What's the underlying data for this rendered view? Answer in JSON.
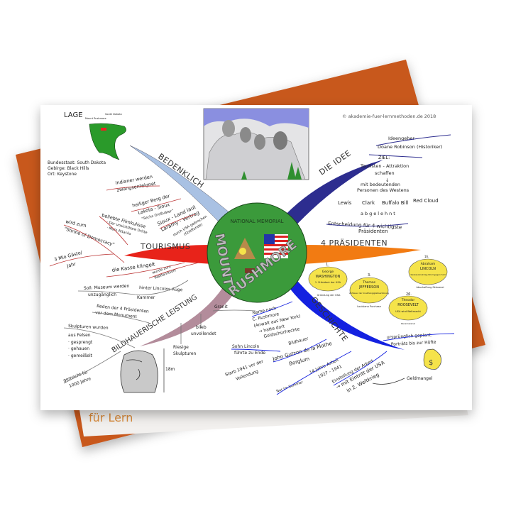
{
  "copyright": "© akademie-fuer-lernmethoden.de 2018",
  "book_cover_text": "für Lern",
  "colors": {
    "book": "#c8581f",
    "center": "#3b9a3b",
    "bedenklich": "#a9c1e3",
    "idee": "#2d2d8f",
    "tourismus": "#e8231a",
    "praesidenten": "#f27b12",
    "bildhauer": "#b38c9b",
    "geschichte": "#1421e0",
    "portrait": "#f5e34a"
  },
  "center": {
    "top": "NATIONAL MEMORIAL",
    "word1": "MOUNT",
    "word2": "RUSHMORE"
  },
  "lage": {
    "title": "LAGE",
    "map_labels": [
      "Mount Rushmore",
      "South Dakota"
    ],
    "facts": [
      "Bundesstaat: South Dakota",
      "Gebirge: Black Hills",
      "Ort: Keystone"
    ]
  },
  "branches": {
    "bedenklich": {
      "label": "BEDENKLICH",
      "items": [
        "Indianer werden",
        "zwangsenteignet",
        "heiliger Berg der",
        "Lakota - Sioux",
        "\"Sechs Großväter\"",
        "Sioux - Land laut",
        "Laramy - Vertrag",
        "durch USA gebrochen",
        "(Goldfunde)"
      ]
    },
    "idee": {
      "label": "DIE IDEE",
      "items": [
        "Ideengeber",
        "Doane Robinson (Historiker)",
        "ZIEL:",
        "Touristen - Attraktion",
        "schaffen",
        "mit bedeutenden",
        "Personen des Westens",
        "Lewis",
        "Clark",
        "Buffalo Bill",
        "Red Cloud",
        "abgelehnt",
        "Entscheidung für 4 wichtigste",
        "Präsidenten"
      ]
    },
    "tourismus": {
      "label": "TOURISMUS",
      "items": [
        "wird zum",
        "\"Shrine of Democracy\"",
        "beliebte Filmkulisse",
        "· Der unsichtbare Dritte",
        "· Mars Attacks",
        "3 Mio Gäste/",
        "Jahr",
        "die Kasse klingelt",
        "wurde zum",
        "Wallfahrtsort"
      ]
    },
    "praesidenten": {
      "label": "4 PRÄSIDENTEN",
      "presidents": [
        {
          "num": "1.",
          "first": "George",
          "last": "WASHINGTON",
          "desc": "1. Präsident der USA",
          "note": "Gründung der USA"
        },
        {
          "num": "3.",
          "first": "Thomas",
          "last": "JEFFERSON",
          "desc": "Verfasser der Unabhängigkeitserklärung",
          "note": "Louisiana Purchase"
        },
        {
          "num": "16.",
          "first": "Abraham",
          "last": "LINCOLN",
          "desc": "Sezessionskrieg Nord gegen Süd",
          "note": "Abschaffung Sklaverei"
        },
        {
          "num": "26.",
          "first": "Theodor",
          "last": "ROOSEVELT",
          "desc": "USA wird Weltmacht",
          "note": "Panamakanal"
        }
      ]
    },
    "bildhauer": {
      "label": "BILDHAUERISCHE LEISTUNG",
      "items": [
        "Soll: Museum werden",
        "unzugänglich",
        "hinter Lincolns Auge",
        "Kammer",
        "Reden der 4 Präsidenten",
        "vor dem Monument",
        "Skulpturen wurden",
        "aus Felsen",
        "· gesprengt",
        "· gehauen",
        "· gemeißelt",
        "gemacht für",
        "1000 Jahre",
        "Granit",
        "blieb",
        "unvollendet",
        "Riesige",
        "Skulpturen",
        "18m"
      ]
    },
    "geschichte": {
      "label": "GESCHICHTE",
      "items": [
        "Name nach",
        "C. Rushmore",
        "(Anwalt aus New York)",
        "→ hatte dort",
        "Goldschürfrechte",
        "Sohn Lincoln",
        "führte zu Ende",
        "Bildhauer",
        "John Gutzon de la Mothe",
        "Borglum",
        "Starb 1941 vor der",
        "Vollendung",
        "Nur im Sommer",
        "14 Jahre Arbeit",
        "1927 - 1941",
        "Einstellung der Arbeit",
        "→ mit Eintritt der USA",
        "in 2. Weltkrieg",
        "ursprünglich geplant:",
        "Porträts bis zur Hüfte",
        "Geldmangel"
      ]
    }
  }
}
